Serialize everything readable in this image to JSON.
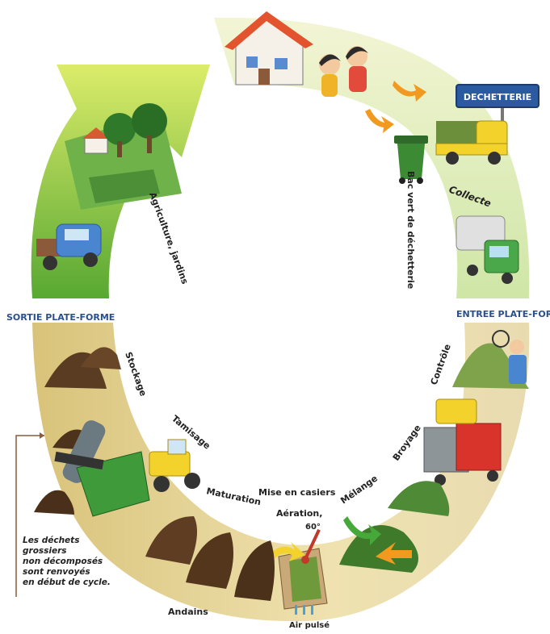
{
  "labels": {
    "dechetterie": "DECHETTERIE",
    "bac_vert": "Bac vert de déchetterie",
    "collecte": "Collecte",
    "entree": "ENTREE PLATE-FORME",
    "sortie": "SORTIE PLATE-FORME",
    "agriculture": "Agriculture, jardins",
    "controle": "Contrôle",
    "broyage": "Broyage",
    "melange": "Mélange",
    "mise_en_casiers": "Mise en casiers",
    "aeration": "Aération,",
    "temperature": "60°",
    "air_pulse": "Air pulsé",
    "andains": "Andains",
    "maturation": "Maturation",
    "tamisage": "Tamisage",
    "stockage": "Stockage"
  },
  "note": {
    "lines": [
      "Les déchets",
      "grossiers",
      "non décomposés",
      "sont renvoyés",
      "en début de cycle."
    ]
  },
  "colors": {
    "ring_green": "#6cba3c",
    "ring_light": "#eef2c8",
    "ring_tan": "#e6d596",
    "sign_blue": "#2c5aa0",
    "text_blue": "#2a4f8a"
  }
}
